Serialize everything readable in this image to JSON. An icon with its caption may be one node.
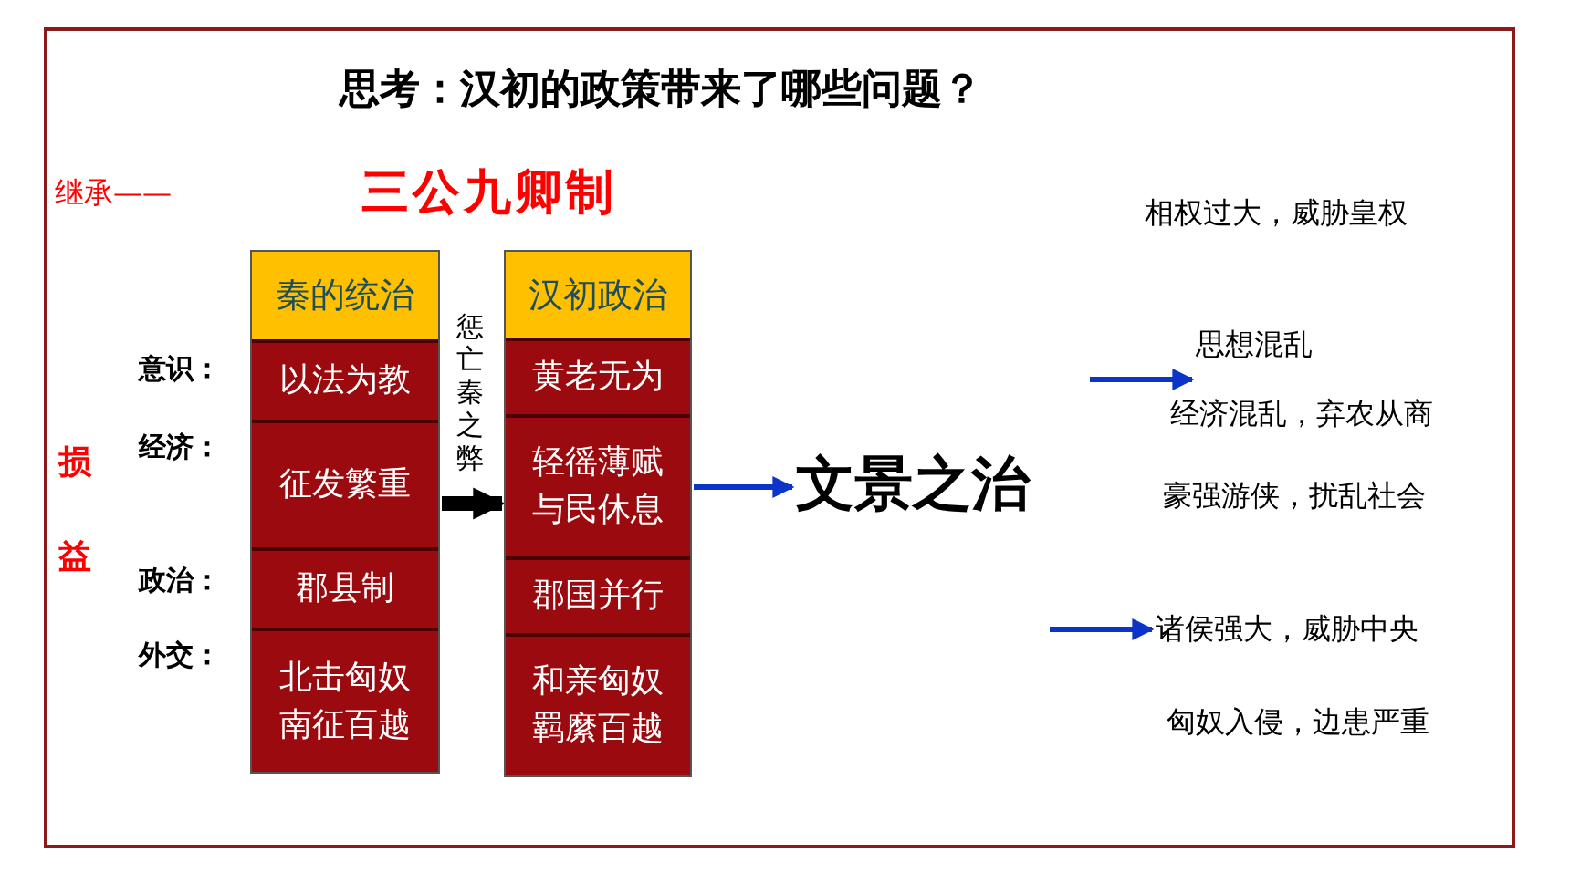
{
  "diagram": {
    "title": "思考：汉初的政策带来了哪些问题？",
    "nodes": [
      {
        "text": [
          "秦的统治"
        ]
      },
      {
        "text": [
          "以法为教"
        ],
        "in": 0
      },
      {
        "text": [
          "征发繁重"
        ],
        "in": 0
      },
      {
        "text": [
          "郡县制"
        ],
        "in": 0
      },
      {
        "text": [
          "北击匈奴南征百越"
        ],
        "in": 0
      },
      {
        "text": [
          "汉初政治"
        ]
      },
      {
        "text": [
          "黄老无为"
        ],
        "in": 5
      },
      {
        "text": [
          "轻徭薄赋与民休息"
        ],
        "in": 5
      },
      {
        "text": [
          "郡国并行"
        ],
        "in": 5
      },
      {
        "text": [
          "和亲匈奴羁縻百越"
        ],
        "in": 5
      },
      {
        "text": [
          "文景之治"
        ]
      },
      {
        "text": [
          "相权过大，威胁皇权"
        ]
      },
      {
        "text": [
          "思想混乱"
        ]
      },
      {
        "text": [
          "经济混乱，弃农从商"
        ]
      },
      {
        "text": [
          "豪强游侠，扰乱社会"
        ]
      },
      {
        "text": [
          "诸侯强大，威胁中央"
        ]
      },
      {
        "text": [
          "匈奴入侵，边患严重"
        ]
      }
    ],
    "edges": [
      {
        "from": 0,
        "to": 5,
        "arrow": "to",
        "label": "惩亡秦之弊",
        "style": "thick",
        "color": "#000000"
      },
      {
        "from": 5,
        "to": 10,
        "arrow": "to"
      },
      {
        "from": null,
        "to": 12,
        "arrow": "to"
      },
      {
        "from": null,
        "to": 15,
        "arrow": "to"
      }
    ],
    "labels": [
      "继承——",
      "三公九卿制",
      "损益",
      "意识：",
      "经济：",
      "政治：",
      "外交："
    ]
  }
}
